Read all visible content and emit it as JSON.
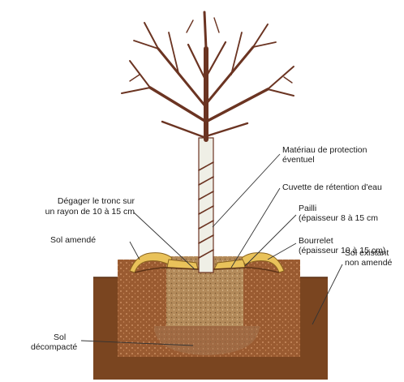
{
  "colors": {
    "soil_existing": "#7a4520",
    "soil_amended": "#9a5b31",
    "soil_decompacted": "#a06a43",
    "planting_fill": "#b38a5a",
    "mulch": "#e9c25a",
    "bark": "#6b3422",
    "trunk_wrap": "#efefe6",
    "leader_line": "#333333"
  },
  "labels": {
    "protection_l1": "Matériau de protection",
    "protection_l2": "éventuel",
    "cuvette": "Cuvette de rétention d'eau",
    "degager_l1": "Dégager le tronc sur",
    "degager_l2": "un rayon de 10 à 15 cm",
    "pailli_l1": "Pailli",
    "pailli_l2": "(épaisseur 8 à 15 cm",
    "bourrelet_l1": "Bourrelet",
    "bourrelet_l2": "(épaisseur  10 à 15 cm)",
    "sol_amende": "Sol amendé",
    "sol_existant_l1": "Sol existant",
    "sol_existant_l2": "non amendé",
    "sol_decompacte_l1": "Sol",
    "sol_decompacte_l2": "décompacté"
  }
}
